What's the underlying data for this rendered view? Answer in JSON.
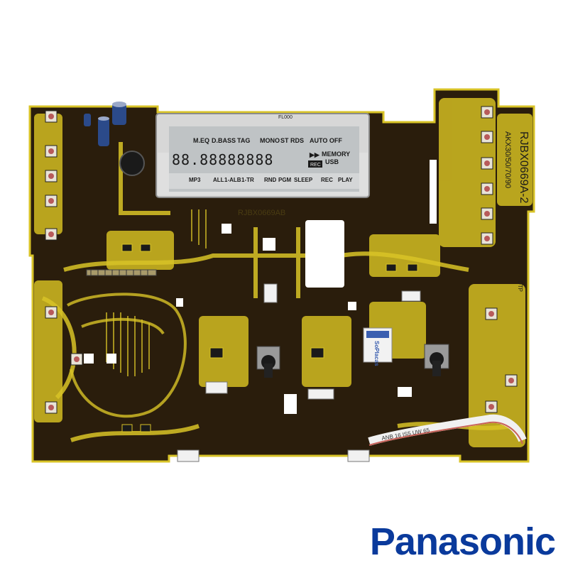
{
  "photo": {
    "board_code": "RJBX0669AB",
    "board_part_vertical": "RJBX0669A-2",
    "model_list_vertical": "AKX30/50/70/90",
    "label_dtp": "DTP",
    "label_fl": "FL000",
    "display": {
      "top_row": [
        "M.EQ",
        "D.BASS",
        "TAG",
        "MONO",
        "ST",
        "RDS",
        "AUTO OFF"
      ],
      "memory": "MEMORY",
      "usb": "USB",
      "rec": "REC",
      "bottom_row": [
        "MP3",
        "ALL",
        "1-ALB",
        "1-TR",
        "RND",
        "PGM",
        "SLEEP",
        "REC",
        "PLAY"
      ]
    },
    "sticker_text": "SoPlacas",
    "cable_text": "ANB 16 IS5 UW 65"
  },
  "brand": {
    "name": "Panasonic",
    "color": "#0a3a9c"
  },
  "colors": {
    "pcb": "#2a1d0c",
    "copper": "#d8c327",
    "display": "#dcdcdc",
    "logo": "#0a3a9c"
  }
}
